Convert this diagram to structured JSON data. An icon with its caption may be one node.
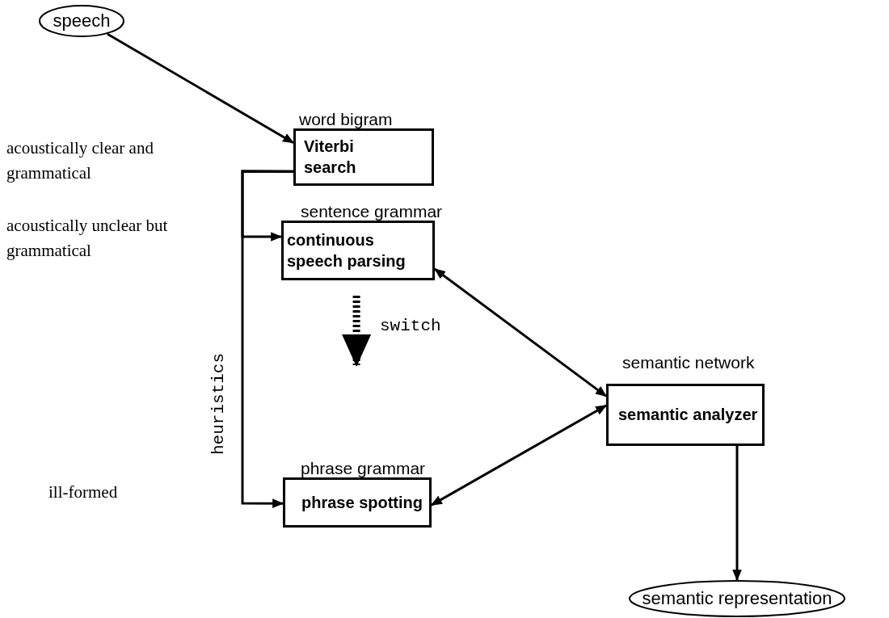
{
  "diagram": {
    "nodes": [
      {
        "text": [
          "speech"
        ]
      },
      {
        "text": [
          "Viterbi search"
        ],
        "beside": [
          "word bigram"
        ]
      },
      {
        "text": [
          "continuous speech parsing"
        ],
        "beside": [
          "sentence grammar"
        ]
      },
      {
        "text": [
          "phrase spotting"
        ],
        "beside": [
          "phrase grammar"
        ]
      },
      {
        "text": [
          "semantic analyzer"
        ],
        "beside": [
          "semantic network"
        ]
      },
      {
        "text": [
          "semantic representation"
        ]
      }
    ],
    "edges": [
      {
        "from": 0,
        "to": 1,
        "arrow": "to"
      },
      {
        "from": 1,
        "to": 2,
        "arrow": "to"
      },
      {
        "from": 1,
        "to": 3,
        "arrow": "to",
        "label": "heuristics"
      },
      {
        "from": 2,
        "to": null,
        "arrow": "to",
        "label": "switch",
        "style": "dashed"
      },
      {
        "from": 2,
        "to": 4,
        "arrow": "both"
      },
      {
        "from": 3,
        "to": 4,
        "arrow": "both"
      },
      {
        "from": 4,
        "to": 5,
        "arrow": "to"
      }
    ],
    "labels": [
      "acoustically clear and grammatical",
      "acoustically unclear but grammatical",
      "ill-formed"
    ]
  }
}
